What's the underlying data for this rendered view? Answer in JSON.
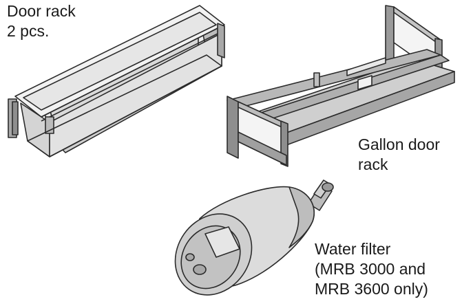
{
  "labels": {
    "door_rack": [
      "Door rack",
      "2 pcs."
    ],
    "gallon_door_rack": [
      "Gallon door",
      "rack"
    ],
    "water_filter": [
      "Water filter",
      "(MRB 3000 and",
      "MRB 3600 only)"
    ]
  },
  "colors": {
    "outline": "#2b2b2b",
    "fill_light": "#e3e3e3",
    "fill_mid": "#c9c9c9",
    "fill_dark": "#8e8e8e"
  }
}
